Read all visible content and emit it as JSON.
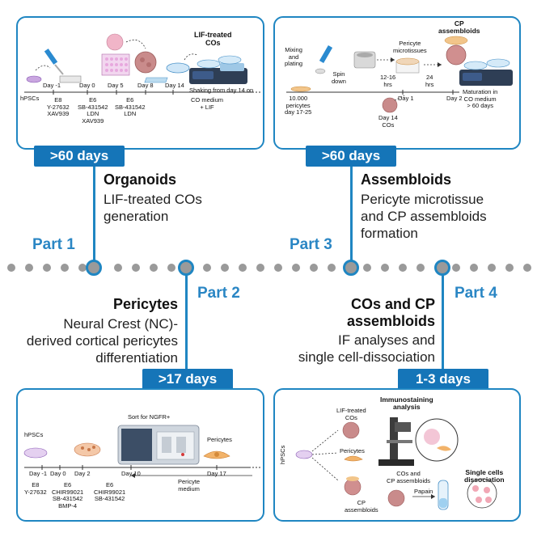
{
  "parts": [
    {
      "label": "Part 1",
      "duration": ">60 days",
      "title": "Organoids",
      "desc": [
        "LIF-treated COs",
        "generation"
      ]
    },
    {
      "label": "Part 2",
      "duration": ">17 days",
      "title": "Pericytes",
      "desc": [
        "Neural Crest (NC)-",
        "derived cortical pericytes",
        "differentiation"
      ]
    },
    {
      "label": "Part 3",
      "duration": ">60 days",
      "title": "Assembloids",
      "desc": [
        "Pericyte microtissue",
        "and CP assembloids",
        "formation"
      ]
    },
    {
      "label": "Part 4",
      "duration": "1-3 days",
      "title": [
        "COs and CP",
        "assembloids"
      ],
      "desc": [
        "IF analyses and",
        "single cell-dissociation"
      ]
    }
  ],
  "panel1": {
    "lif_label": [
      "LIF-treated",
      "COs"
    ],
    "hpscs": "hPSCs",
    "days": [
      "Day -1",
      "Day 0",
      "Day 5",
      "Day 8",
      "Day 14"
    ],
    "shaking": "Shaking from day 14 on",
    "e8": [
      "E8",
      "Y-27632",
      "XAV939"
    ],
    "e6a": [
      "E6",
      "SB-431542",
      "LDN",
      "XAV939"
    ],
    "e6b": [
      "E6",
      "SB-431542",
      "LDN"
    ],
    "co_medium": [
      "CO medium",
      "+ LIF"
    ]
  },
  "panel2": {
    "hpscs": "hPSCs",
    "sort": "Sort for NGFR+",
    "pericytes": "Pericytes",
    "days": [
      "Day -1",
      "Day 0",
      "Day 2",
      "Day 10",
      "Day 17"
    ],
    "e8": [
      "E8",
      "Y-27632"
    ],
    "e6a": [
      "E6",
      "CHIR99021",
      "SB-431542",
      "BMP-4"
    ],
    "e6b": [
      "E6",
      "CHIR99021",
      "SB-431542"
    ],
    "medium": [
      "Pericyte",
      "medium"
    ]
  },
  "panel3": {
    "mixing": [
      "Mixing",
      "and",
      "plating"
    ],
    "spin": [
      "Spin",
      "down"
    ],
    "microtissues": [
      "Pericyte",
      "microtissues"
    ],
    "cp": [
      "CP",
      "assembloids"
    ],
    "hrs1": [
      "12-16",
      "hrs"
    ],
    "hrs2": [
      "24",
      "hrs"
    ],
    "pericytes": [
      "10.000",
      "pericytes",
      "day 17-25"
    ],
    "day1": "Day 1",
    "day2": "Day 2",
    "cos": [
      "Day 14",
      "COs"
    ],
    "maturation": [
      "Maturation in",
      "CO medium",
      "> 60 days"
    ]
  },
  "panel4": {
    "hpscs": "hPSCs",
    "lif": [
      "LIF-treated",
      "COs"
    ],
    "pericytes": "Pericytes",
    "cp": [
      "CP",
      "assembloids"
    ],
    "immuno": [
      "Immunostaining",
      "analysis"
    ],
    "cos_cp": [
      "COs and",
      "CP assembloids"
    ],
    "papain": "Papain",
    "single": [
      "Single cells",
      "dissociation"
    ]
  },
  "colors": {
    "accent": "#1f86c2",
    "badge": "#1575b8",
    "dot": "#9a9a9a",
    "part_text": "#2a86c4"
  }
}
